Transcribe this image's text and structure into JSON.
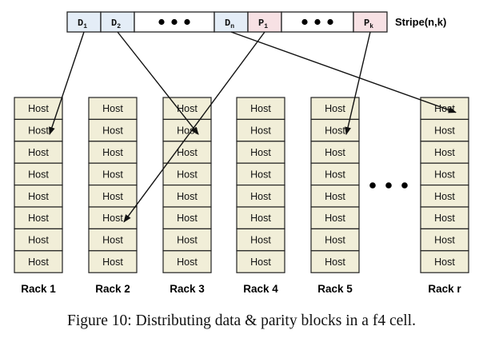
{
  "stripe": {
    "blocks": [
      {
        "kind": "data",
        "base": "D",
        "sub": "1"
      },
      {
        "kind": "data",
        "base": "D",
        "sub": "2"
      },
      {
        "kind": "ellipsis"
      },
      {
        "kind": "data",
        "base": "D",
        "sub": "n"
      },
      {
        "kind": "parity",
        "base": "P",
        "sub": "1"
      },
      {
        "kind": "ellipsis"
      },
      {
        "kind": "parity",
        "base": "P",
        "sub": "k"
      }
    ],
    "label": "Stripe(n,k)"
  },
  "racks": [
    {
      "label": "Rack 1",
      "hosts": [
        "Host",
        "Host",
        "Host",
        "Host",
        "Host",
        "Host",
        "Host",
        "Host"
      ]
    },
    {
      "label": "Rack 2",
      "hosts": [
        "Host",
        "Host",
        "Host",
        "Host",
        "Host",
        "Host",
        "Host",
        "Host"
      ]
    },
    {
      "label": "Rack 3",
      "hosts": [
        "Host",
        "Host",
        "Host",
        "Host",
        "Host",
        "Host",
        "Host",
        "Host"
      ]
    },
    {
      "label": "Rack 4",
      "hosts": [
        "Host",
        "Host",
        "Host",
        "Host",
        "Host",
        "Host",
        "Host",
        "Host"
      ]
    },
    {
      "label": "Rack 5",
      "hosts": [
        "Host",
        "Host",
        "Host",
        "Host",
        "Host",
        "Host",
        "Host",
        "Host"
      ]
    },
    {
      "label": "Rack r",
      "hosts": [
        "Host",
        "Host",
        "Host",
        "Host",
        "Host",
        "Host",
        "Host",
        "Host"
      ]
    }
  ],
  "placements": [
    {
      "block": 0,
      "rack": 0,
      "host": 1
    },
    {
      "block": 1,
      "rack": 2,
      "host": 1
    },
    {
      "block": 3,
      "rack": 5,
      "host": 0
    },
    {
      "block": 4,
      "rack": 1,
      "host": 5
    },
    {
      "block": 6,
      "rack": 4,
      "host": 1
    }
  ],
  "colors": {
    "host_fill": "#f1eed8",
    "data_fill": "#e4edf7",
    "parity_fill": "#f7e1e4",
    "ellipsis_fill": "#ffffff",
    "stroke": "#222222"
  },
  "caption": "Figure 10: Distributing data & parity blocks in a f4 cell."
}
